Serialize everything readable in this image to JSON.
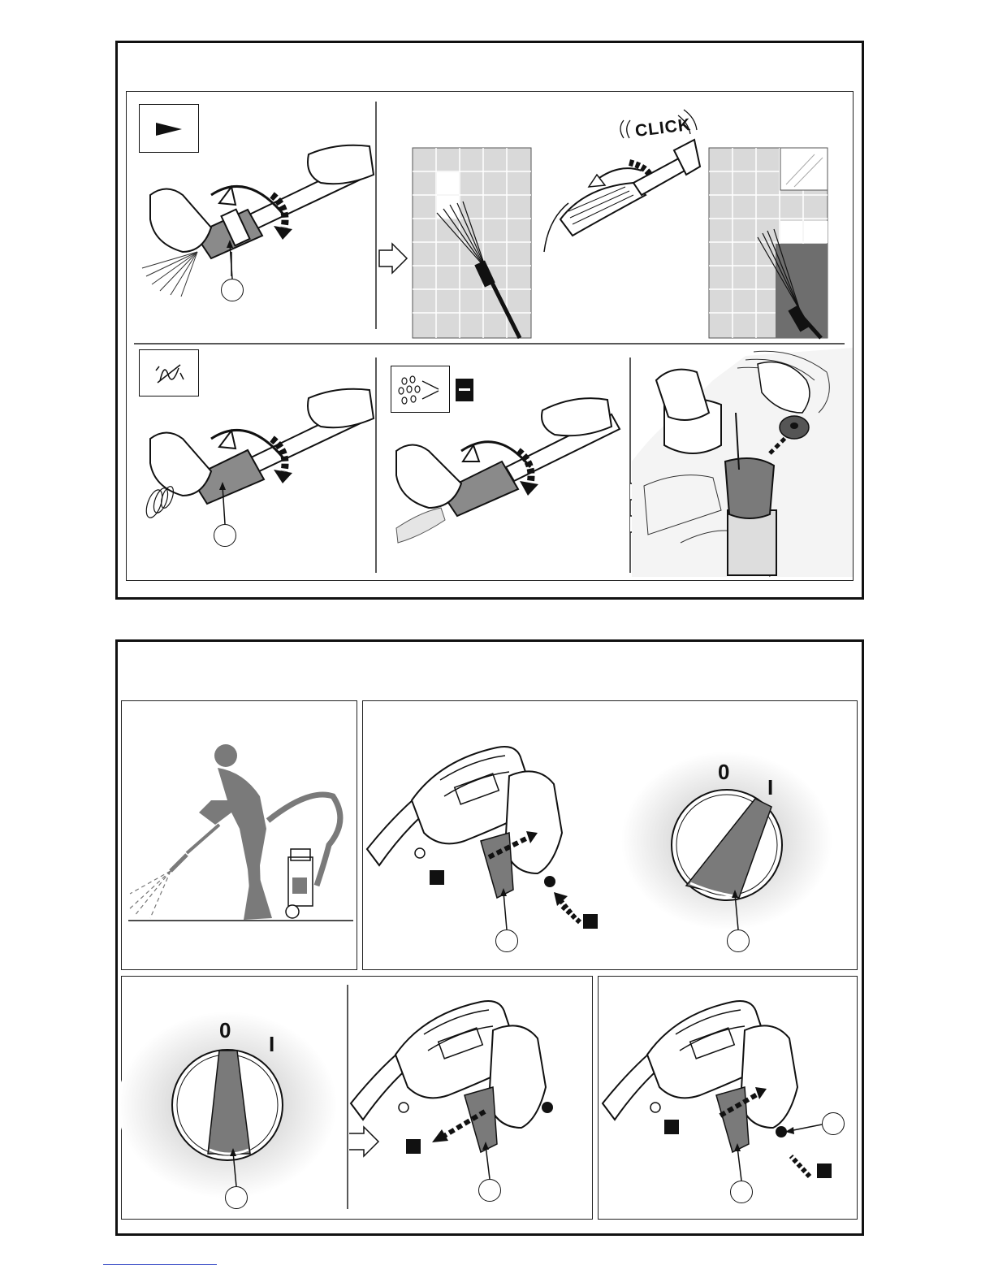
{
  "page": {
    "top_figure": {
      "click_text": "CLICK",
      "icons": [
        "play-triangle-icon",
        "rotating-wave-icon",
        "foam-droplets-icon"
      ]
    },
    "bottom_figure": {
      "dial_a": {
        "off_label": "0",
        "on_label": "I"
      },
      "dial_b": {
        "off_label": "0",
        "on_label": "I"
      }
    },
    "colors": {
      "line": "#111111",
      "shade": "#7a7a7a",
      "tile": "#d9d9d9"
    }
  }
}
